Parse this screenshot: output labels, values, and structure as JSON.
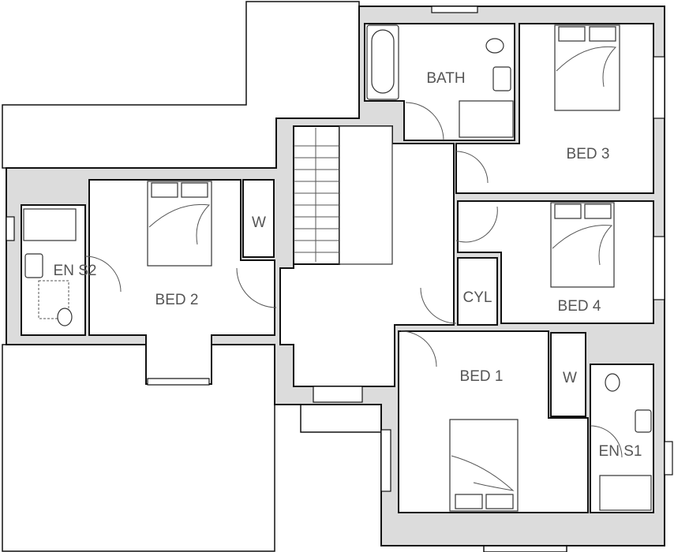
{
  "rooms": {
    "bath": "BATH",
    "bed1": "BED 1",
    "bed2": "BED 2",
    "bed3": "BED 3",
    "bed4": "BED 4",
    "cyl": "CYL",
    "ens1": "EN S1",
    "ens2": "EN S2",
    "wardrobe_bed2": "W",
    "wardrobe_bed1": "W"
  },
  "colors": {
    "wall_fill": "#dcdcdc",
    "outline": "#111111",
    "label": "#555555"
  }
}
